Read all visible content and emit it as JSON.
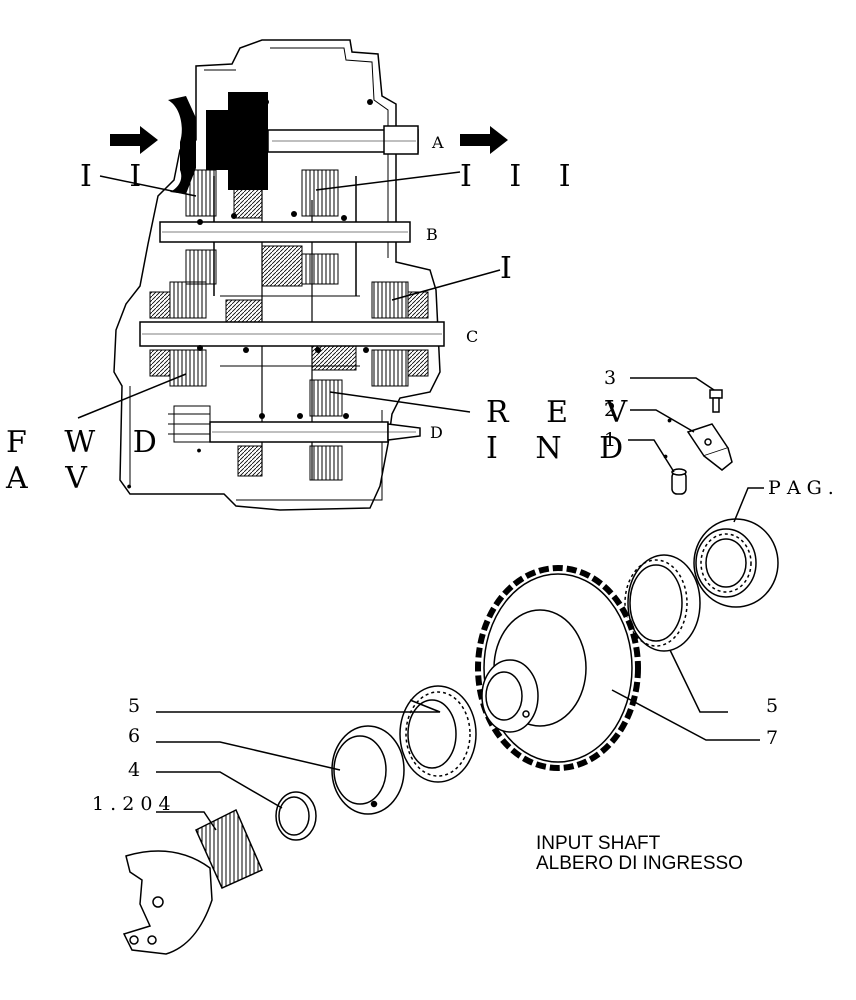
{
  "section_labels": {
    "ii": "I I",
    "iii": "I I I",
    "i": "I",
    "fwd": "F W D .",
    "av": "A V .",
    "rev": "R E V .",
    "ind": "I N D ."
  },
  "shaft_letters": {
    "a": "A",
    "b": "B",
    "c": "C",
    "d": "D"
  },
  "part_callouts": {
    "p3": "3",
    "p2": "2",
    "p1": "1",
    "pag": "P A G .",
    "p5_left": "5",
    "p6": "6",
    "p4": "4",
    "ref": "1 . 2 0 4",
    "p5_right": "5",
    "p7": "7"
  },
  "caption": {
    "line1": "INPUT SHAFT",
    "line2": "ALBERO DI INGRESSO"
  }
}
